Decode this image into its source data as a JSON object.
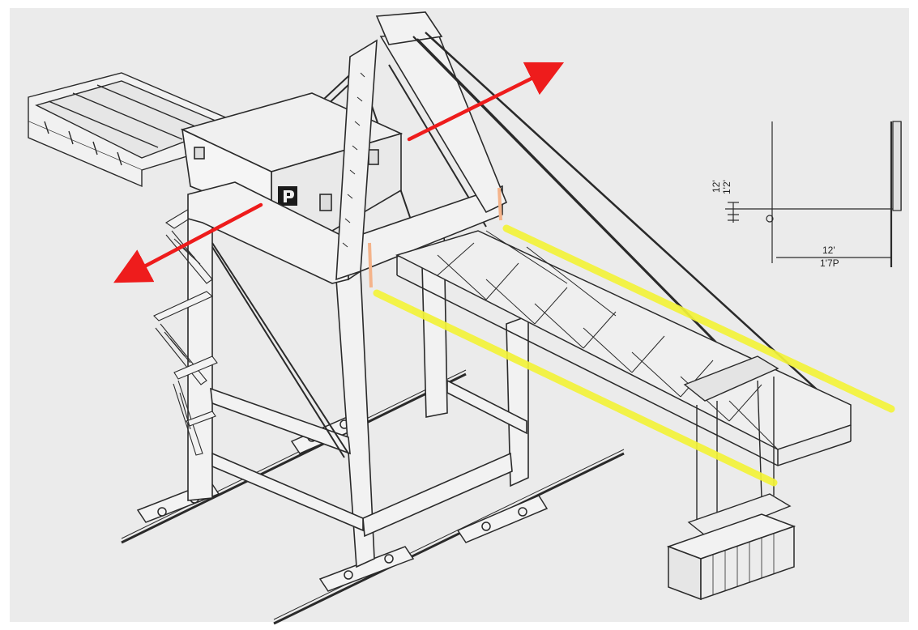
{
  "colors": {
    "paper": "#ebebeb",
    "ink": "#2a2a2a",
    "arrow": "#ee1c1c",
    "highlight": "#f3f33a",
    "marker": "#f4b38a"
  },
  "dimensions": {
    "vertical_top": "12'",
    "vertical_bottom": "1'2'",
    "horizontal_top": "12'",
    "horizontal_bottom": "1'7P"
  },
  "icons": {
    "logo": "port-logo-icon"
  }
}
